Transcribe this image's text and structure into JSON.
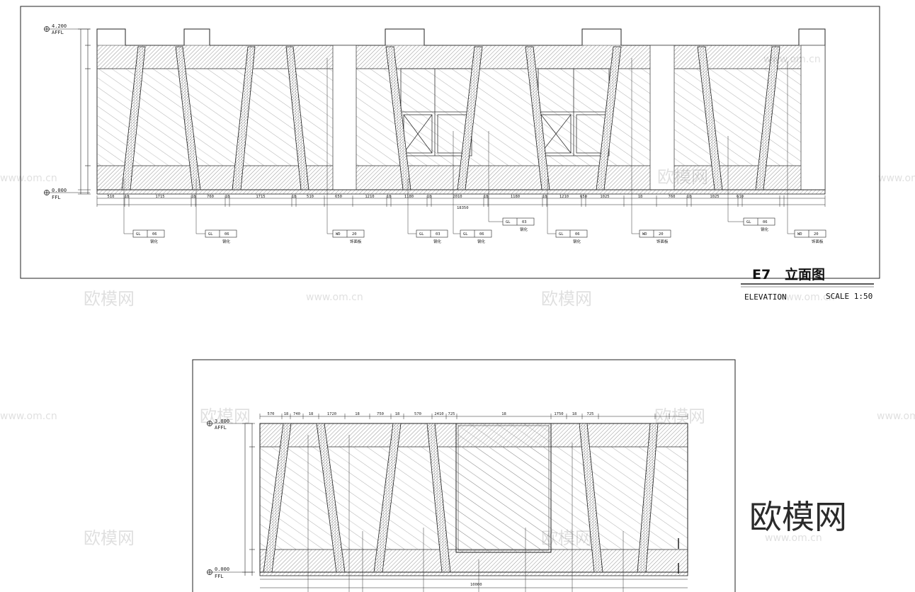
{
  "drawing": {
    "code": "E7",
    "title_cn": "立面图",
    "subtitle": "ELEVATION",
    "scale": "SCALE 1:50"
  },
  "levels": {
    "top_elev": "4.200",
    "top_elev_tag": "AFFL",
    "floor_elev": "0.000",
    "floor_tag": "FFL",
    "lower_top_elev": "3.800",
    "lower_top_tag": "AFFL",
    "lower_floor_elev": "0.000",
    "lower_floor_tag": "FFL"
  },
  "upper_dims": [
    "510",
    "18",
    "1715",
    "18",
    "760",
    "18",
    "1715",
    "18",
    "510",
    "650",
    "1210",
    "18",
    "1180",
    "18",
    "2010",
    "18",
    "1180",
    "18",
    "1210",
    "650",
    "1025",
    "18",
    "760",
    "18",
    "1025",
    "610"
  ],
  "upper_total": "18350",
  "lower_dims": [
    "570",
    "18",
    "740",
    "18",
    "1720",
    "18",
    "750",
    "18",
    "570",
    "2410",
    "725",
    "18",
    "1750",
    "18",
    "725"
  ],
  "lower_total": "10000",
  "tags": [
    {
      "code": "GL",
      "num": "06",
      "note": "钢化"
    },
    {
      "code": "GL",
      "num": "06",
      "note": "钢化"
    },
    {
      "code": "WD",
      "num": "20",
      "note": "饰面板"
    },
    {
      "code": "GL",
      "num": "03",
      "note": "钢化"
    },
    {
      "code": "GL",
      "num": "06",
      "note": "钢化"
    },
    {
      "code": "GL",
      "num": "03",
      "note": "钢化"
    },
    {
      "code": "GL",
      "num": "06",
      "note": "钢化"
    },
    {
      "code": "WD",
      "num": "20",
      "note": "饰面板"
    },
    {
      "code": "GL",
      "num": "06",
      "note": "钢化"
    },
    {
      "code": "WD",
      "num": "20",
      "note": "饰面板"
    }
  ],
  "watermark": {
    "brand": "欧模网",
    "url": "www.om.cn"
  }
}
